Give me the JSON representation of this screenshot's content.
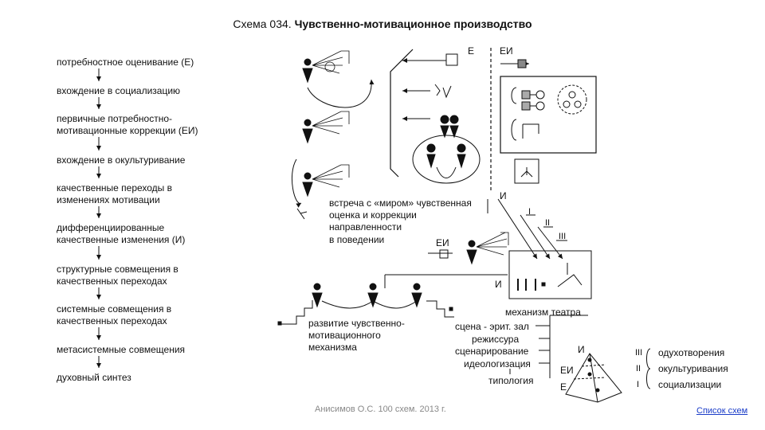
{
  "title_prefix": "Схема 034.",
  "title_main": "Чувственно-мотивационное производство",
  "steps": [
    "потребностное оценивание (Е)",
    "вхождение в социализацию",
    "первичные потребностно-",
    "мотивационные коррекции (ЕИ)",
    "вхождение в окультуривание",
    "качественные переходы в",
    "изменениях мотивации",
    "дифференциированные",
    "качественные изменения (И)",
    "структурные совмещения в",
    "качественных переходах",
    "системные совмещения в",
    "качественных переходах",
    "метасистемные совмещения",
    "духовный синтез"
  ],
  "top_labels": {
    "e": "Е",
    "ei": "ЕИ",
    "i": "И"
  },
  "meeting_text": [
    "встреча с «миром» чувственная",
    "оценка и коррекции",
    "направленности",
    "в поведении"
  ],
  "ei_label": "ЕИ",
  "roman": {
    "one": "I",
    "two": "II",
    "three": "III"
  },
  "i_label2": "И",
  "dev_text": [
    "развитие чувственно-",
    "мотивационного",
    "механизма"
  ],
  "theatre": {
    "title": "механизм театра",
    "items": [
      "сцена - эрит. зал",
      "режиссура",
      "сценарирование",
      "идеологизация",
      "типология"
    ]
  },
  "pyramid": {
    "top": "И",
    "mid": "ЕИ",
    "bottom": "Е"
  },
  "levels": [
    {
      "roman": "III",
      "label": "одухотворения"
    },
    {
      "roman": "II",
      "label": "окультуривания"
    },
    {
      "roman": "I",
      "label": "социализации"
    }
  ],
  "credit": "Анисимов О.С. 100 схем. 2013 г.",
  "link": "Список схем"
}
